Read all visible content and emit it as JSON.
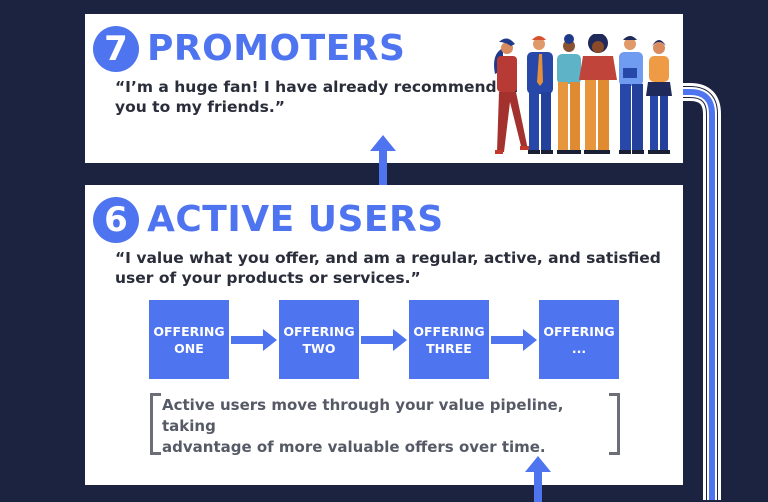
{
  "colors": {
    "background": "#1c2340",
    "accent": "#4f74f0",
    "panel": "#ffffff",
    "quote_text": "#2a2d3a",
    "note_text": "#555a66"
  },
  "steps": [
    {
      "number": "7",
      "title": "PROMOTERS",
      "quote_line1": "“I’m a huge fan! I have already recommended",
      "quote_line2": "you to my friends.”",
      "illustration": "group-of-diverse-people-illustration"
    },
    {
      "number": "6",
      "title": "ACTIVE USERS",
      "quote_line1": "“I value what you offer, and am a regular, active, and satisfied",
      "quote_line2": "user of your products or services.”",
      "offerings": [
        {
          "line1": "OFFERING",
          "line2": "ONE"
        },
        {
          "line1": "OFFERING",
          "line2": "TWO"
        },
        {
          "line1": "OFFERING",
          "line2": "THREE"
        },
        {
          "line1": "OFFERING",
          "line2": "..."
        }
      ],
      "note_line1": "Active users move through your value pipeline, taking",
      "note_line2": "advantage of more valuable offers over time."
    }
  ],
  "icons": {
    "up_arrow": "arrow-up-icon",
    "right_arrow": "arrow-right-icon",
    "connector": "connector-line"
  }
}
